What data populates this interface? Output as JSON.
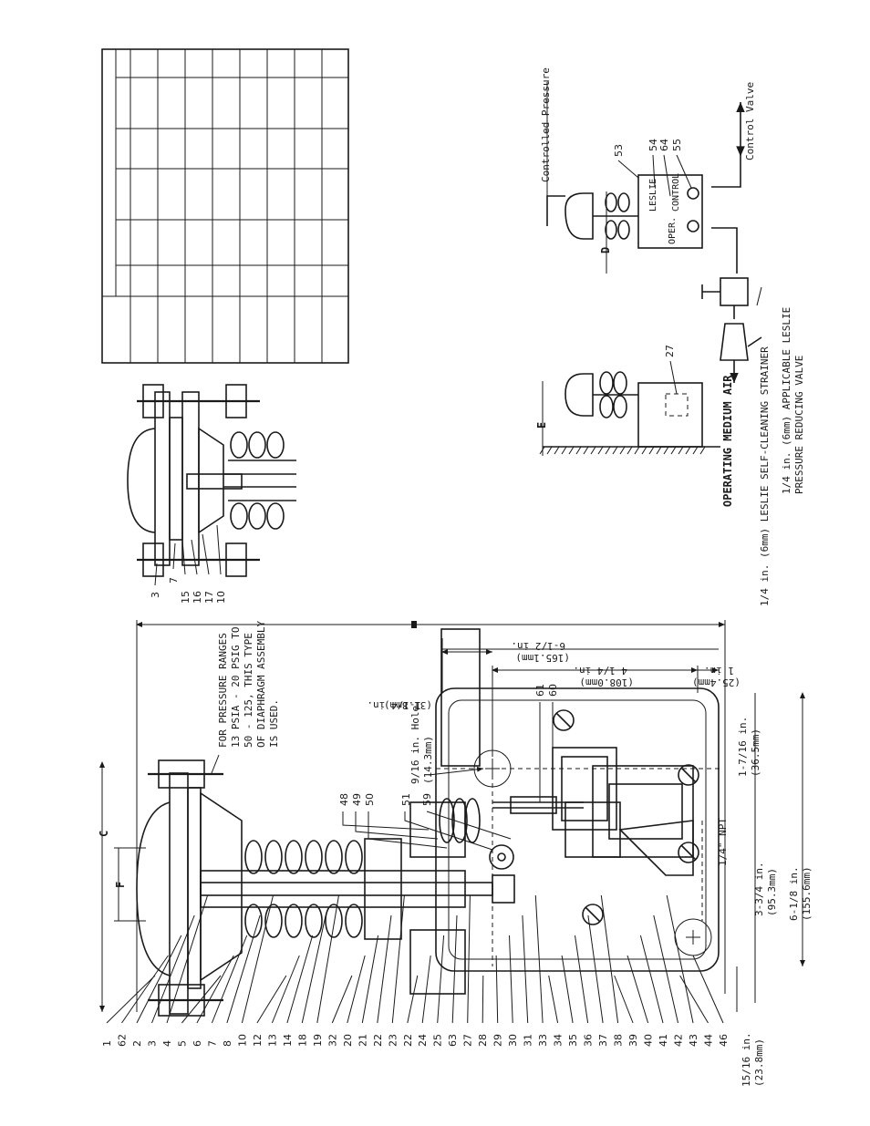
{
  "drawing": {
    "callouts_left": [
      "1",
      "62",
      "2",
      "3",
      "4",
      "5",
      "6",
      "7",
      "8",
      "10",
      "12",
      "13",
      "14",
      "18",
      "19",
      "32",
      "20",
      "21",
      "22",
      "23",
      "22",
      "24",
      "25",
      "63",
      "27",
      "28",
      "29",
      "30",
      "31",
      "33",
      "34",
      "35",
      "36",
      "37",
      "38",
      "39",
      "40",
      "41",
      "42",
      "43",
      "44",
      "46"
    ],
    "callouts_top": [
      "48",
      "49",
      "50",
      "51",
      "59",
      "61",
      "60"
    ],
    "detail_callouts": [
      "3",
      "7",
      "15",
      "16",
      "17",
      "10"
    ],
    "schematic_callouts": [
      "53",
      "54",
      "64",
      "55",
      "27"
    ],
    "labels": {
      "pressure_note": [
        "FOR PRESSURE RANGES",
        "13 PSIA - 20 PSIG TO",
        "50 - 125, THIS TYPE",
        "OF DIAPHRAGM ASSEMBLY",
        "IS USED."
      ],
      "hole": [
        "9/16 in. Hole",
        "(14.3mm)"
      ],
      "dim_c": "C",
      "dim_f": "F",
      "dim_d": "D",
      "dim_e": "E",
      "dim_top_1": [
        "1-1/4 in.",
        "(31.8mm)"
      ],
      "dim_top_2": [
        "6-1/2 in.",
        "(165.1mm)"
      ],
      "dim_top_3": [
        "4-1/4 in.",
        "(108.0mm)"
      ],
      "dim_top_4": [
        "1 in.",
        "(25.4mm)"
      ],
      "dim_right_1": [
        "1-7/16 in.",
        "(36.5mm)"
      ],
      "dim_bot_1": [
        "15/16 in.",
        "(23.8mm)"
      ],
      "dim_bot_2": [
        "3-3/4 in.",
        "(95.3mm)"
      ],
      "dim_bot_3": [
        "6-1/8 in.",
        "(155.6mm)"
      ],
      "npt": "1/4\" NPT",
      "controlled_pressure": "Controlled Pressure",
      "control_valve": "Control Valve",
      "oper": "OPER.",
      "control": "CONTROL",
      "leslie": "LESLIE",
      "operating_air": "OPERATING MEDIUM AIR",
      "strainer": "1/4 in. (6mm) LESLIE SELF-CLEANING STRAINER",
      "reducing_1": "1/4 in. (6mm) APPLICABLE LESLIE",
      "reducing_2": "PRESSURE REDUCING VALVE"
    }
  }
}
